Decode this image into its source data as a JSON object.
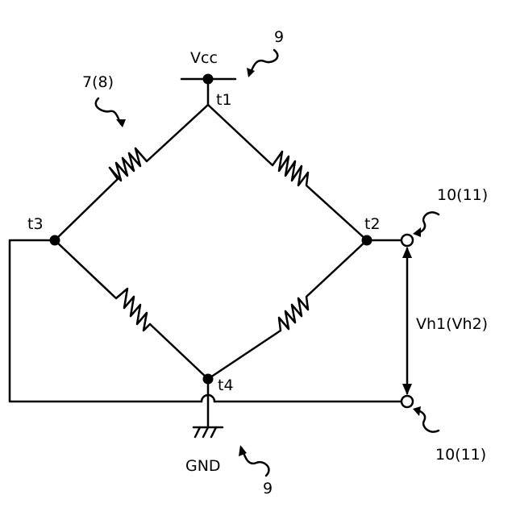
{
  "labels": {
    "vcc": "Vcc",
    "gnd": "GND",
    "t1": "t1",
    "t2": "t2",
    "t3": "t3",
    "t4": "t4",
    "ref_top": "9",
    "ref_bottom": "9",
    "ref_bridge": "7(8)",
    "ref_out_top": "10(11)",
    "ref_out_bottom": "10(11)",
    "output_voltage": "Vh1(Vh2)"
  }
}
